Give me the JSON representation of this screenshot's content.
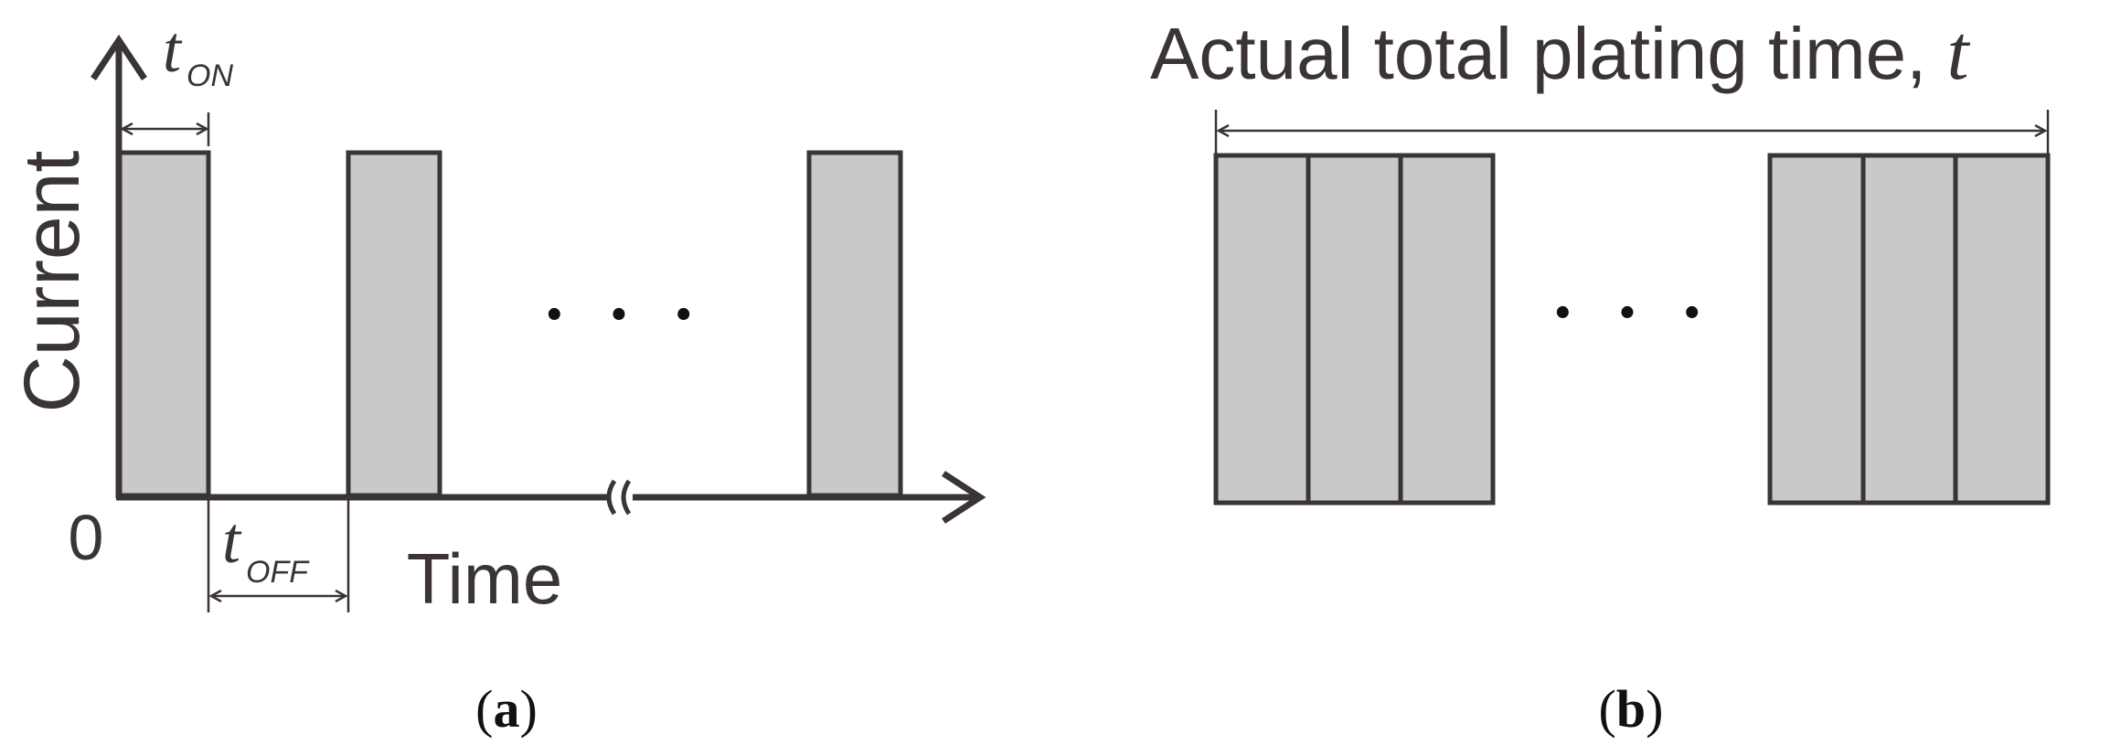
{
  "colors": {
    "stroke": "#3a3434",
    "pulse_fill": "#c9c9c9",
    "background": "#ffffff"
  },
  "panel_a": {
    "y_axis_label": "Current",
    "origin_label": "0",
    "x_axis_label": "Time",
    "t_on": {
      "symbol": "t",
      "subscript": "ON"
    },
    "t_off": {
      "symbol": "t",
      "subscript": "OFF"
    },
    "ellipsis": "· · ·",
    "caption": {
      "open": "(",
      "letter": "a",
      "close": ")"
    }
  },
  "panel_b": {
    "title_text": "Actual total plating time, ",
    "title_symbol": "t",
    "ellipsis": "· · ·",
    "caption": {
      "open": "(",
      "letter": "b",
      "close": ")"
    }
  }
}
